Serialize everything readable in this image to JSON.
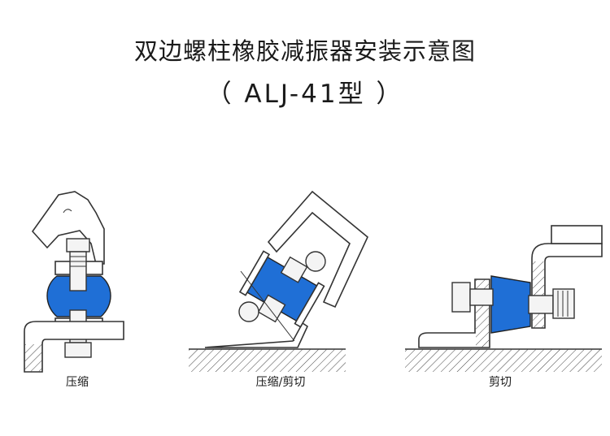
{
  "title": {
    "line1": "双边螺柱橡胶减振器安装示意图",
    "line2": "（ ALJ-41型 ）"
  },
  "diagrams": [
    {
      "caption": "压缩"
    },
    {
      "caption": "压缩/剪切"
    },
    {
      "caption": "剪切"
    }
  ],
  "colors": {
    "rubber": "#1f6fd6",
    "line": "#333333",
    "background": "#ffffff"
  }
}
